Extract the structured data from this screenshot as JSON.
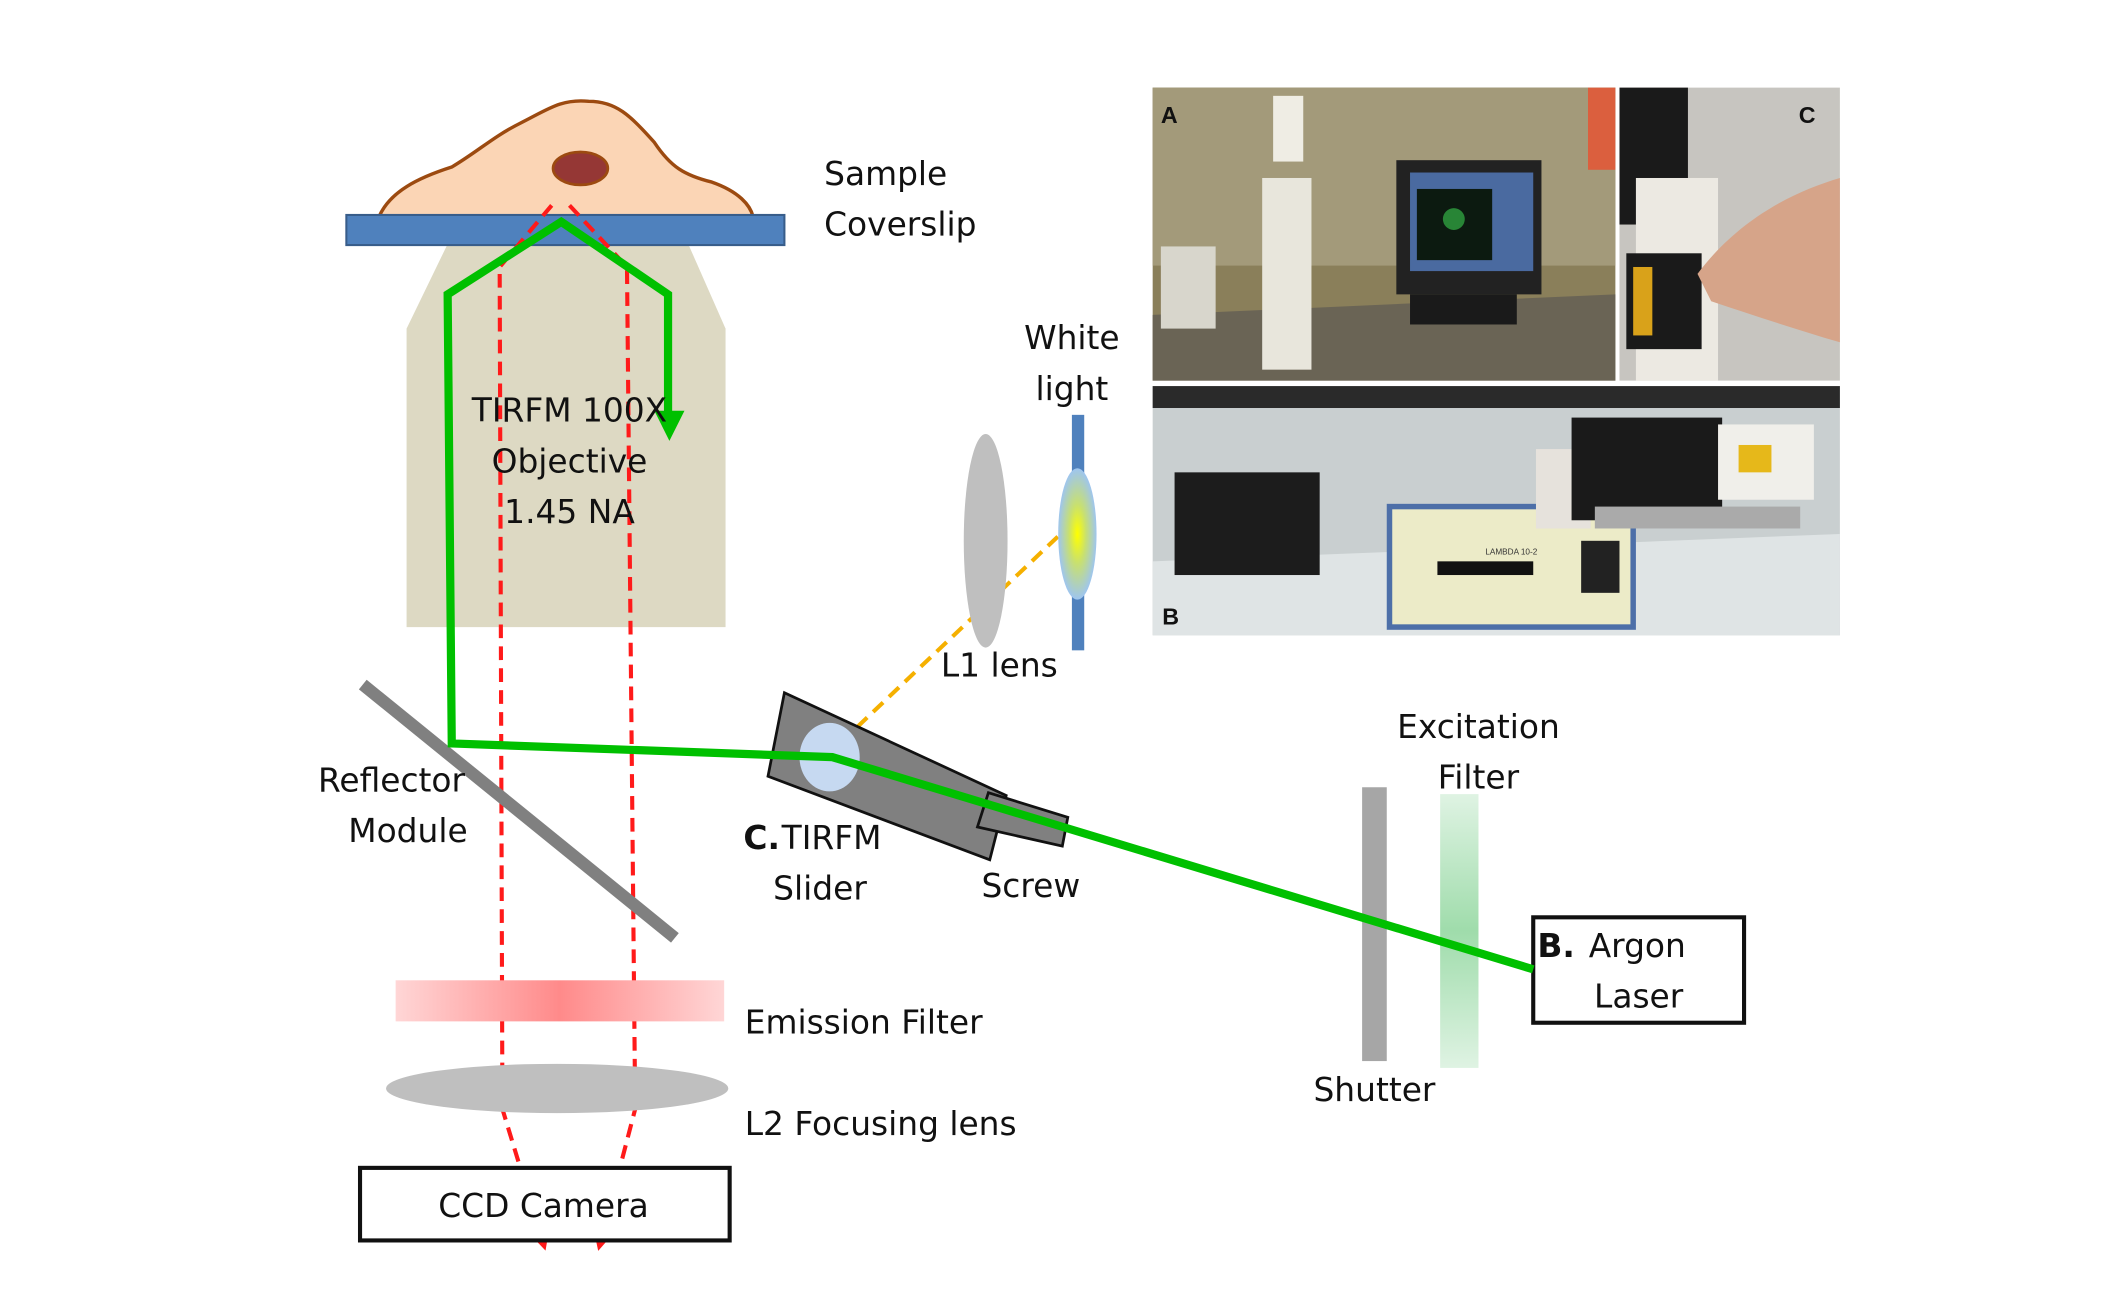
{
  "labels": {
    "sample": "Sample",
    "coverslip": "Coverslip",
    "objective_line1": "TIRFM 100X",
    "objective_line2": "Objective",
    "objective_line3": "1.45 NA",
    "white_light_1": "White",
    "white_light_2": "light",
    "l1_lens": "L1 lens",
    "reflector_1": "Reflector",
    "reflector_2": "Module",
    "slider_prefix": "C.",
    "slider_1": "TIRFM",
    "slider_2": "Slider",
    "screw": "Screw",
    "excitation_1": "Excitation",
    "excitation_2": "Filter",
    "shutter": "Shutter",
    "laser_prefix": "B.",
    "laser_1": "Argon",
    "laser_2": "Laser",
    "emission_filter": "Emission Filter",
    "l2_lens": "L2 Focusing lens",
    "ccd_camera": "CCD Camera"
  },
  "photos": {
    "a_label": "A",
    "b_label": "B",
    "c_label": "C",
    "b_device_label": "LAMBDA 10-2"
  },
  "colors": {
    "laser_beam": "#00c000",
    "emission_path": "#ff1a1a",
    "white_light_path": "#f5b000",
    "coverslip": "#4f81bd",
    "cell": "#fbd5b5",
    "cell_outline": "#9c4a10",
    "nucleus": "#953735",
    "objective": "#ddd9c3",
    "reflector": "#808080"
  }
}
